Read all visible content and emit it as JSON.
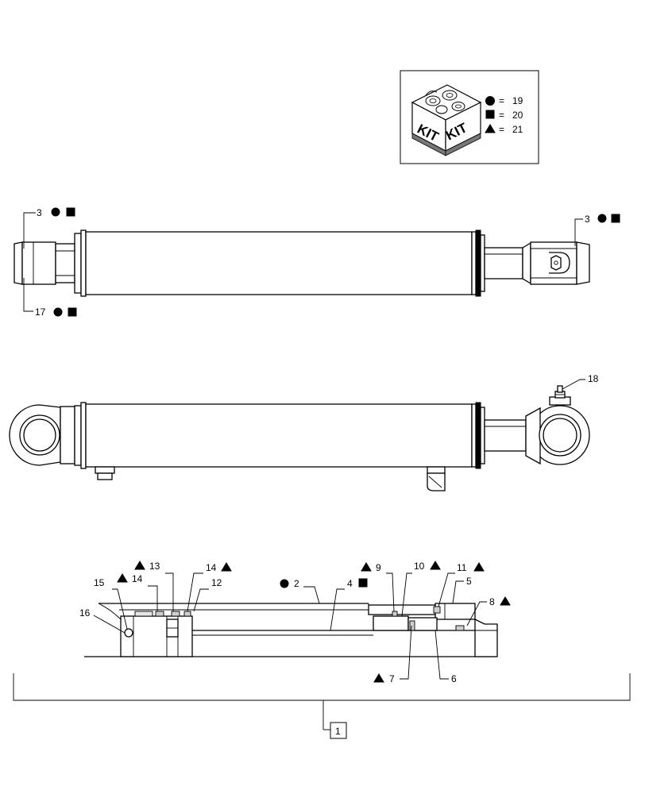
{
  "kit_legend": {
    "box_word": "KIT",
    "entries": [
      {
        "symbol": "circle",
        "eq": "=",
        "value": "19"
      },
      {
        "symbol": "square",
        "eq": "=",
        "value": "20"
      },
      {
        "symbol": "triangle",
        "eq": "=",
        "value": "21"
      }
    ]
  },
  "callouts": {
    "c3_left": "3",
    "c17": "17",
    "c3_right": "3",
    "c18": "18",
    "c2": "2",
    "c4": "4",
    "c5": "5",
    "c6": "6",
    "c7": "7",
    "c8": "8",
    "c9": "9",
    "c10": "10",
    "c11": "11",
    "c12": "12",
    "c13": "13",
    "c14a": "14",
    "c14b": "14",
    "c15": "15",
    "c16": "16",
    "c1": "1"
  },
  "colors": {
    "line": "#000000",
    "fill": "#ffffff",
    "shade": "#cfcfcf"
  }
}
